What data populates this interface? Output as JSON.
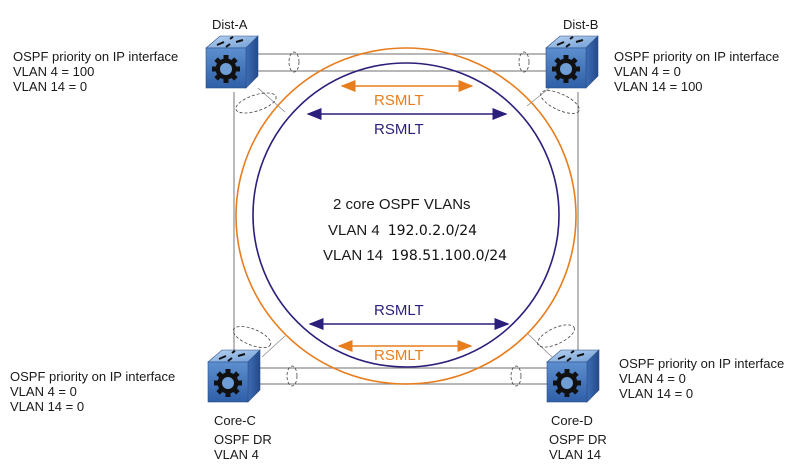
{
  "colors": {
    "outer_ring": "#e87d1e",
    "inner_ring": "#2a1f7a",
    "link": "#8c8c8c",
    "switch_body": "#4f7fc0"
  },
  "switches": [
    {
      "id": "dist-a",
      "name": "Dist-A",
      "icon": "router-switch-icon",
      "info": [
        "OSPF priority on IP interface",
        "VLAN 4 = 100",
        "VLAN 14 = 0"
      ]
    },
    {
      "id": "dist-b",
      "name": "Dist-B",
      "icon": "router-switch-icon",
      "info": [
        "OSPF priority on IP interface",
        "VLAN 4 = 0",
        "VLAN 14 = 100"
      ]
    },
    {
      "id": "core-c",
      "name": "Core-C",
      "icon": "router-switch-icon",
      "info": [
        "OSPF priority on IP interface",
        "VLAN 4 = 0",
        "VLAN 14 = 0"
      ],
      "dr": [
        "OSPF DR",
        "VLAN 4"
      ]
    },
    {
      "id": "core-d",
      "name": "Core-D",
      "icon": "router-switch-icon",
      "info": [
        "OSPF priority on IP interface",
        "VLAN 4 = 0",
        "VLAN 14 = 0"
      ],
      "dr": [
        "OSPF DR",
        "VLAN 14"
      ]
    }
  ],
  "center": {
    "title": "2 core OSPF VLANs",
    "vlans": [
      {
        "name": "VLAN 4",
        "subnet": "192.0.2.0/24"
      },
      {
        "name": "VLAN 14",
        "subnet": "198.51.100.0/24"
      }
    ]
  },
  "rsmlt": {
    "top_outer": "RSMLT",
    "top_inner": "RSMLT",
    "bottom_inner": "RSMLT",
    "bottom_outer": "RSMLT"
  }
}
